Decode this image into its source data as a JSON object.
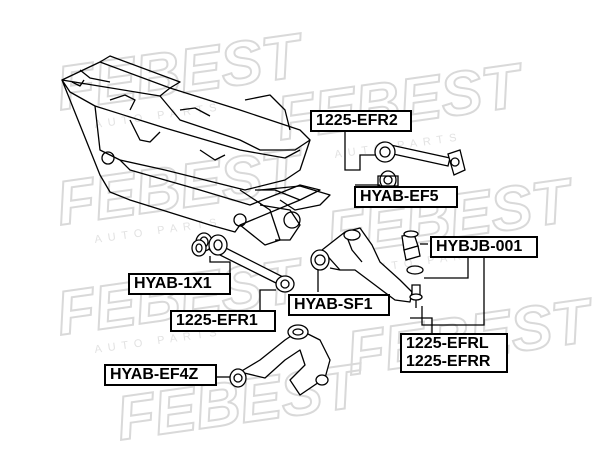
{
  "watermark": {
    "brand": "FEBEST",
    "tagline": "AUTO PARTS",
    "color": "#d7d7d7"
  },
  "parts": {
    "efr2": "1225-EFR2",
    "ef5": "HYAB-EF5",
    "hybjb": "HYBJB-001",
    "ab1x1": "HYAB-1X1",
    "efr1": "1225-EFR1",
    "sf1": "HYAB-SF1",
    "efrl": "1225-EFRL",
    "efrr": "1225-EFRR",
    "ef4z": "HYAB-EF4Z"
  },
  "colors": {
    "line": "#000000",
    "label_border": "#000000",
    "label_fill": "#ffffff"
  }
}
